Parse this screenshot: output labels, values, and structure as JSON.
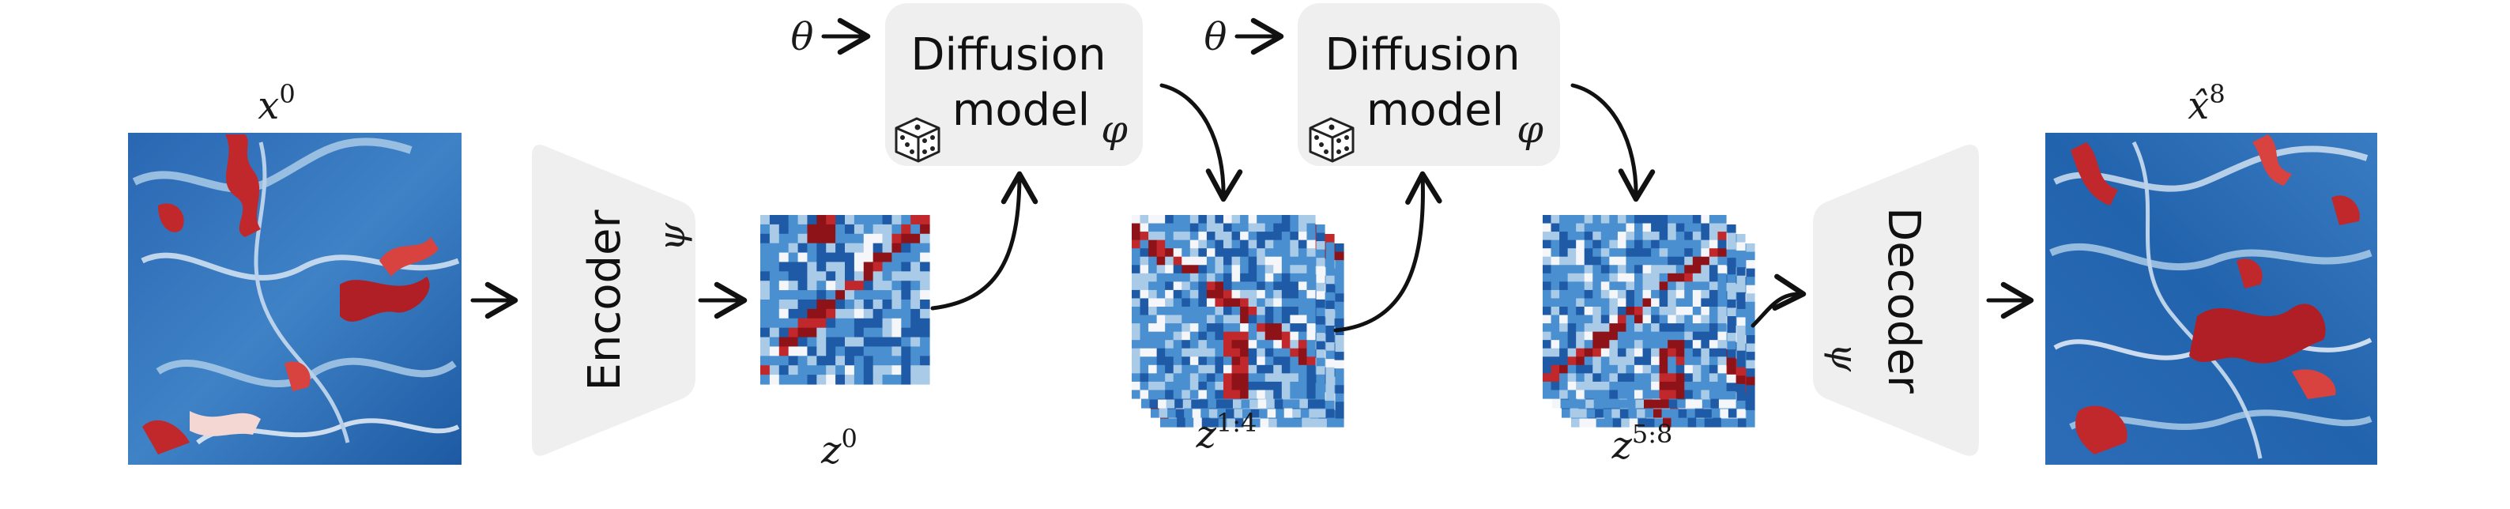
{
  "diagram": {
    "input_label": "x",
    "input_label_sup": "0",
    "output_label": "x̂",
    "output_label_sup": "8",
    "encoder": {
      "label": "Encoder",
      "param": "ψ"
    },
    "decoder": {
      "label": "Decoder",
      "param": "ψ"
    },
    "diffusion_models": [
      {
        "line1": "Diffusion",
        "line2": "model",
        "param": "φ",
        "input": "θ",
        "icon": "dice-icon"
      },
      {
        "line1": "Diffusion",
        "line2": "model",
        "param": "φ",
        "input": "θ",
        "icon": "dice-icon"
      }
    ],
    "latents": [
      {
        "base": "z",
        "sup": "0"
      },
      {
        "base": "z",
        "sup": "1:4"
      },
      {
        "base": "z",
        "sup": "5:8"
      }
    ],
    "colors": {
      "deep_blue": "#1f5aa6",
      "mid_blue": "#4a8fcf",
      "light_blue": "#a9cbe8",
      "white": "#f4f6fa",
      "red": "#c0282c",
      "dark_red": "#8e1319",
      "box_gray": "#efefef",
      "arrow": "#111111"
    }
  }
}
